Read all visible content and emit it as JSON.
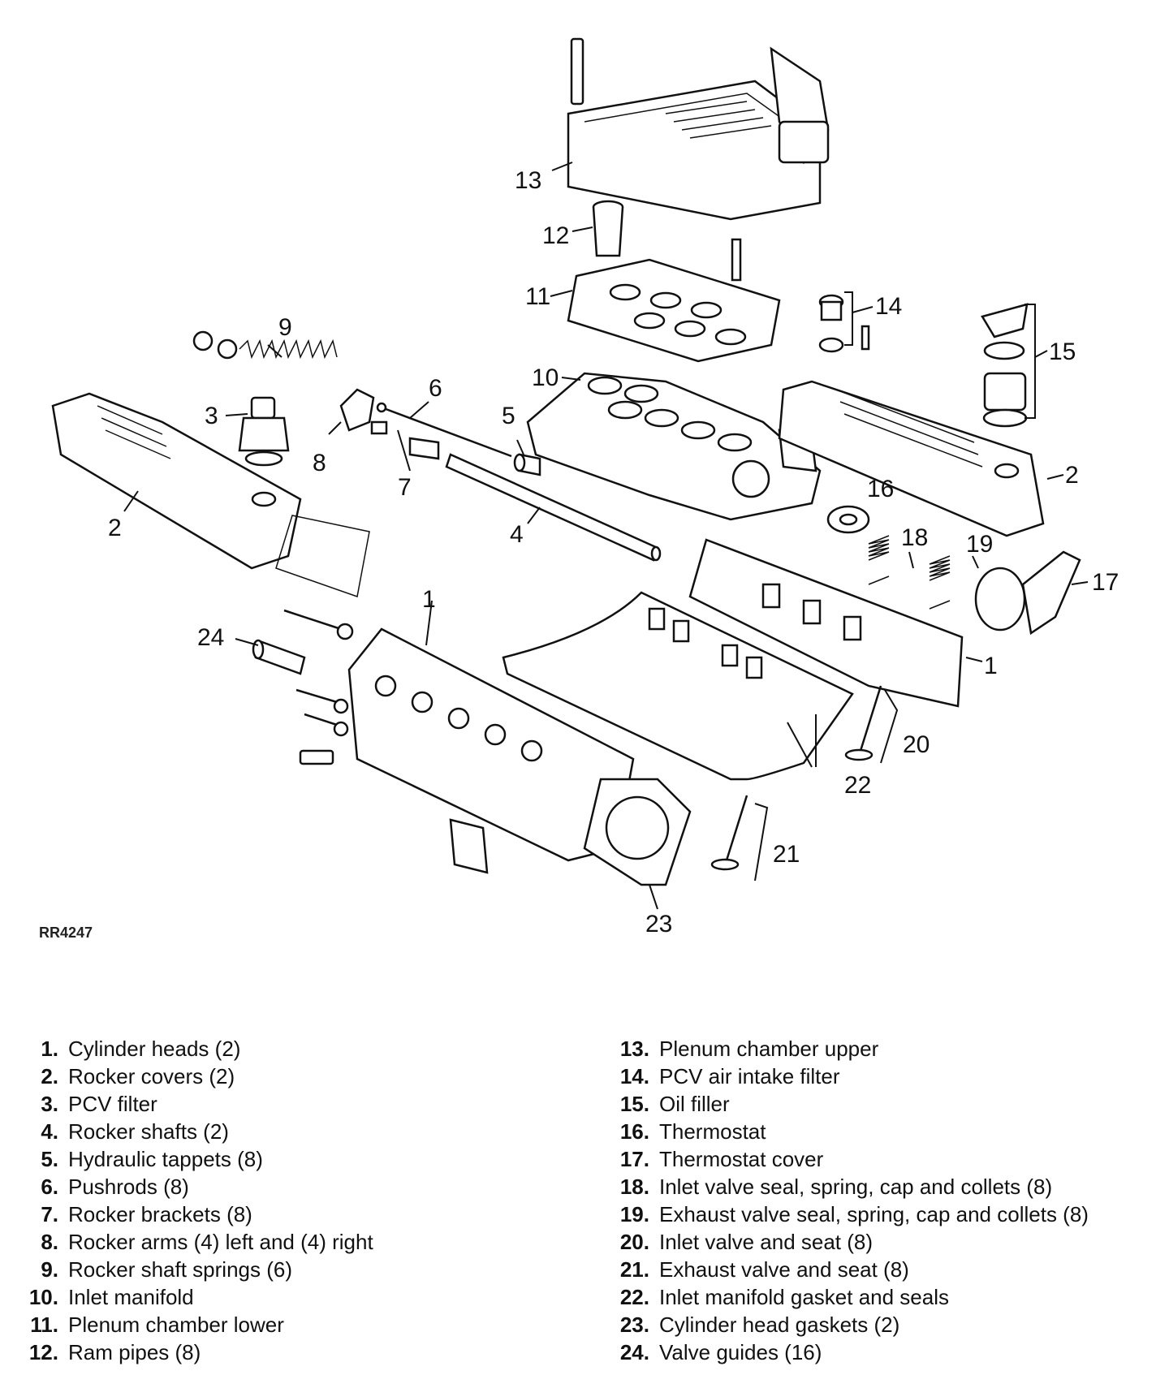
{
  "figure_ref": "RR4247",
  "callouts": [
    "1",
    "1",
    "2",
    "2",
    "3",
    "4",
    "5",
    "6",
    "7",
    "8",
    "9",
    "10",
    "11",
    "12",
    "13",
    "14",
    "15",
    "16",
    "17",
    "18",
    "19",
    "20",
    "21",
    "22",
    "23",
    "24"
  ],
  "legend": {
    "left": [
      {
        "num": "1.",
        "text": "Cylinder heads (2)"
      },
      {
        "num": "2.",
        "text": "Rocker covers (2)"
      },
      {
        "num": "3.",
        "text": "PCV filter"
      },
      {
        "num": "4.",
        "text": "Rocker shafts (2)"
      },
      {
        "num": "5.",
        "text": "Hydraulic tappets (8)"
      },
      {
        "num": "6.",
        "text": "Pushrods (8)"
      },
      {
        "num": "7.",
        "text": "Rocker brackets (8)"
      },
      {
        "num": "8.",
        "text": "Rocker arms (4) left and (4) right"
      },
      {
        "num": "9.",
        "text": "Rocker shaft springs (6)"
      },
      {
        "num": "10.",
        "text": "Inlet manifold"
      },
      {
        "num": "11.",
        "text": "Plenum chamber lower"
      },
      {
        "num": "12.",
        "text": "Ram pipes (8)"
      }
    ],
    "right": [
      {
        "num": "13.",
        "text": "Plenum chamber upper"
      },
      {
        "num": "14.",
        "text": "PCV air intake filter"
      },
      {
        "num": "15.",
        "text": "Oil filler"
      },
      {
        "num": "16.",
        "text": "Thermostat"
      },
      {
        "num": "17.",
        "text": "Thermostat cover"
      },
      {
        "num": "18.",
        "text": "Inlet valve seal, spring, cap and collets (8)"
      },
      {
        "num": "19.",
        "text": "Exhaust valve seal, spring, cap and collets (8)"
      },
      {
        "num": "20.",
        "text": "Inlet valve and seat (8)"
      },
      {
        "num": "21.",
        "text": "Exhaust valve and seat (8)"
      },
      {
        "num": "22.",
        "text": "Inlet manifold gasket and seals"
      },
      {
        "num": "23.",
        "text": "Cylinder head gaskets (2)"
      },
      {
        "num": "24.",
        "text": "Valve guides (16)"
      }
    ]
  }
}
